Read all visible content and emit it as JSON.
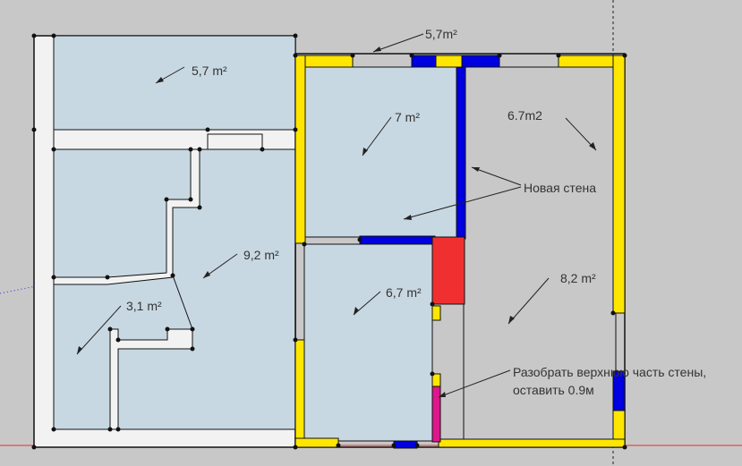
{
  "labels": {
    "room_top_left": "5,7 m²",
    "room_center_top": "7 m²",
    "room_right_top": "6.7m2",
    "wall_top": "5,7m²",
    "new_wall": "Новая стена",
    "room_left_mid": "9,2 m²",
    "room_center_mid": "6,7 m²",
    "room_right_mid": "8,2 m²",
    "room_left_bottom": "3,1 m²",
    "note_line1": "Разобрать верхнюю часть стены,",
    "note_line2": "оставить 0.9м"
  },
  "colors": {
    "background": "#c8c8c8",
    "room_fill": "#c8d8e2",
    "wall_white": "#f2f2f2",
    "wall_yellow": "#ffe600",
    "wall_blue": "#0000e0",
    "wall_red": "#f03030",
    "wall_magenta": "#e0168c",
    "outline": "#111111",
    "axis_red": "#e03030"
  }
}
